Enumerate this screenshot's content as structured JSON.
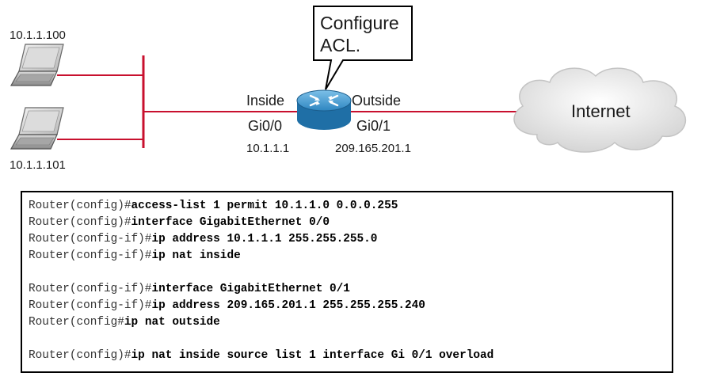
{
  "diagram": {
    "hosts": [
      {
        "ip": "10.1.1.100"
      },
      {
        "ip": "10.1.1.101"
      }
    ],
    "router": {
      "inside_label": "Inside",
      "inside_interface": "Gi0/0",
      "inside_ip": "10.1.1.1",
      "outside_label": "Outside",
      "outside_interface": "Gi0/1",
      "outside_ip": "209.165.201.1"
    },
    "callout": {
      "line1": "Configure",
      "line2": "ACL."
    },
    "cloud": {
      "label": "Internet"
    },
    "colors": {
      "link": "#c8102e",
      "router": "#2e86c1",
      "cloud": "#e0e0e0"
    }
  },
  "cli": {
    "lines": [
      {
        "prompt": "Router(config)#",
        "command": "access-list 1 permit 10.1.1.0 0.0.0.255"
      },
      {
        "prompt": "Router(config)#",
        "command": "interface GigabitEthernet 0/0"
      },
      {
        "prompt": "Router(config-if)#",
        "command": "ip address 10.1.1.1 255.255.255.0"
      },
      {
        "prompt": "Router(config-if)#",
        "command": "ip nat inside"
      },
      {
        "prompt": "Router(config-if)#",
        "command": "interface GigabitEthernet 0/1"
      },
      {
        "prompt": "Router(config-if)#",
        "command": "ip address 209.165.201.1 255.255.255.240"
      },
      {
        "prompt": "Router(config#",
        "command": "ip nat outside"
      },
      {
        "prompt": "Router(config)#",
        "command": "ip nat inside source list 1 interface Gi 0/1 overload"
      }
    ]
  }
}
